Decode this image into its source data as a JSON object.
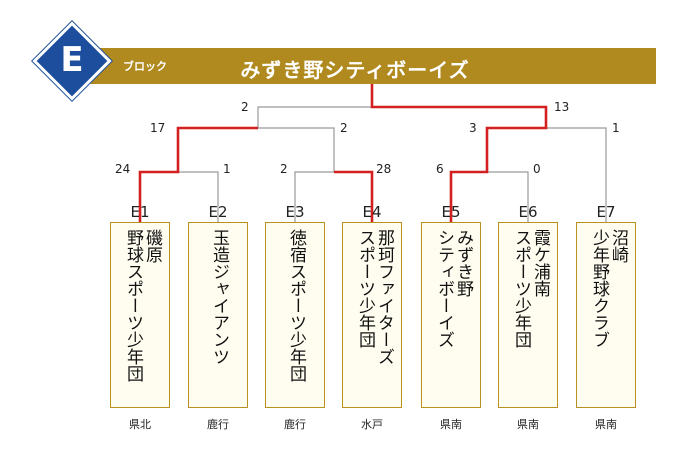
{
  "header": {
    "block_letter": "E",
    "block_label": "ブロック",
    "champion": "みずき野シティボーイズ",
    "colors": {
      "banner": "#b08a1e",
      "diamond": "#1d4e9e",
      "winner_line": "#d42020",
      "loser_line": "#9a9a9a"
    }
  },
  "scores": {
    "final_left": "2",
    "final_right": "13",
    "semi1_left": "17",
    "semi1_right": "2",
    "semi2_left": "3",
    "semi2_right": "1",
    "qf1_left": "24",
    "qf1_right": "1",
    "qf2_left": "2",
    "qf2_right": "28",
    "qf3_left": "6",
    "qf3_right": "0"
  },
  "teams": [
    {
      "seed": "E1",
      "name1": "磯原",
      "name2": "野球スポーツ少年団",
      "region": "県北"
    },
    {
      "seed": "E2",
      "name1": "玉造ジャイアンツ",
      "name2": "",
      "region": "鹿行"
    },
    {
      "seed": "E3",
      "name1": "徳宿スポーツ少年団",
      "name2": "",
      "region": "鹿行"
    },
    {
      "seed": "E4",
      "name1": "那珂ファイターズ",
      "name2": "スポーツ少年団",
      "region": "水戸"
    },
    {
      "seed": "E5",
      "name1": "みずき野",
      "name2": "シティボーイズ",
      "region": "県南"
    },
    {
      "seed": "E6",
      "name1": "霞ケ浦南",
      "name2": "スポーツ少年団",
      "region": "県南"
    },
    {
      "seed": "E7",
      "name1": "沼崎",
      "name2": "少年野球クラブ",
      "region": "県南"
    }
  ]
}
